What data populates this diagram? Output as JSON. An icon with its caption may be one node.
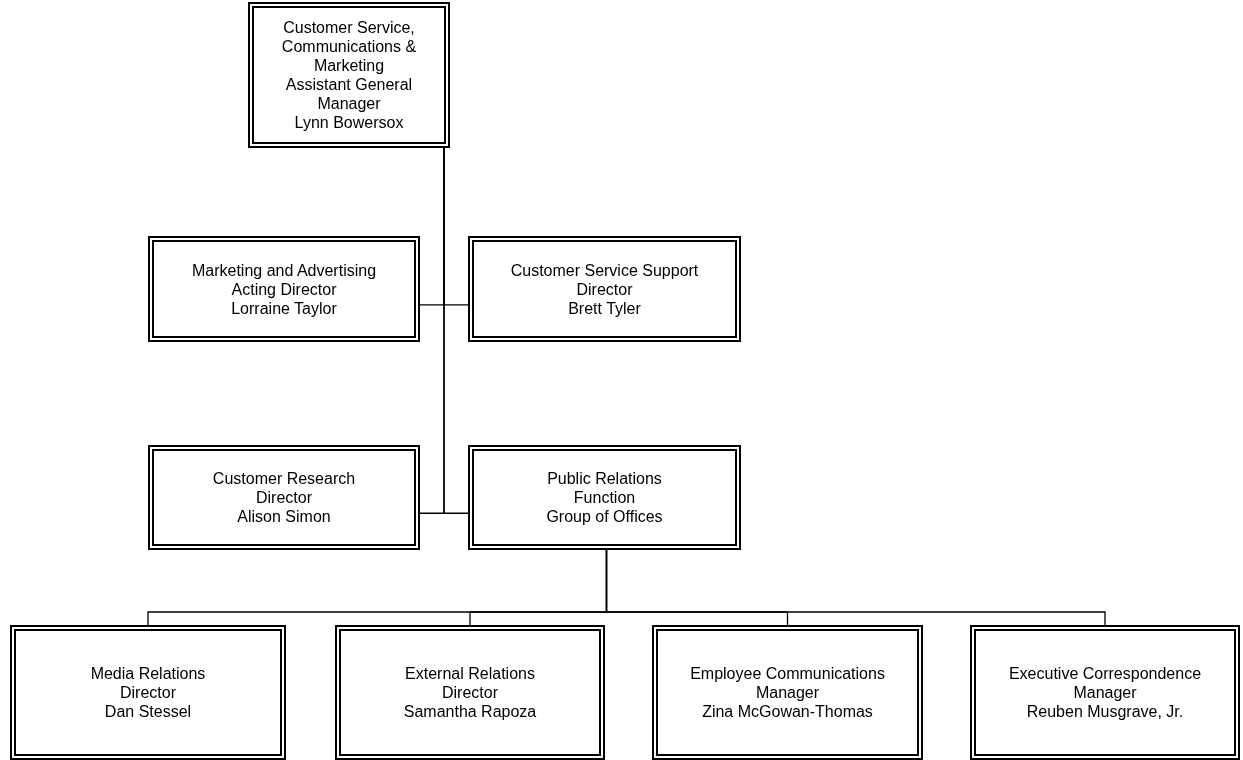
{
  "diagram": {
    "nodes": [
      {
        "text": [
          "Customer Service, Communications & Marketing",
          "Assistant General Manager",
          "Lynn Bowersox"
        ]
      },
      {
        "text": [
          "Marketing and Advertising",
          "Acting Director",
          "Lorraine Taylor"
        ]
      },
      {
        "text": [
          "Customer Service Support",
          "Director",
          "Brett Tyler"
        ]
      },
      {
        "text": [
          "Customer Research",
          "Director",
          "Alison Simon"
        ]
      },
      {
        "text": [
          "Public Relations",
          "Function",
          "Group of Offices"
        ]
      },
      {
        "text": [
          "Media Relations",
          "Director",
          "Dan Stessel"
        ]
      },
      {
        "text": [
          "External Relations",
          "Director",
          "Samantha Rapoza"
        ]
      },
      {
        "text": [
          "Employee Communications",
          "Manager",
          "Zina McGowan-Thomas"
        ]
      },
      {
        "text": [
          "Executive Correspondence",
          "Manager",
          "Reuben Musgrave, Jr."
        ]
      }
    ],
    "edges": [
      {
        "from": 0,
        "to": 1,
        "arrow": "none"
      },
      {
        "from": 0,
        "to": 2,
        "arrow": "none"
      },
      {
        "from": 0,
        "to": 3,
        "arrow": "none"
      },
      {
        "from": 0,
        "to": 4,
        "arrow": "none"
      },
      {
        "from": 4,
        "to": 5,
        "arrow": "none"
      },
      {
        "from": 4,
        "to": 6,
        "arrow": "none"
      },
      {
        "from": 4,
        "to": 7,
        "arrow": "none"
      },
      {
        "from": 4,
        "to": 8,
        "arrow": "none"
      }
    ]
  }
}
